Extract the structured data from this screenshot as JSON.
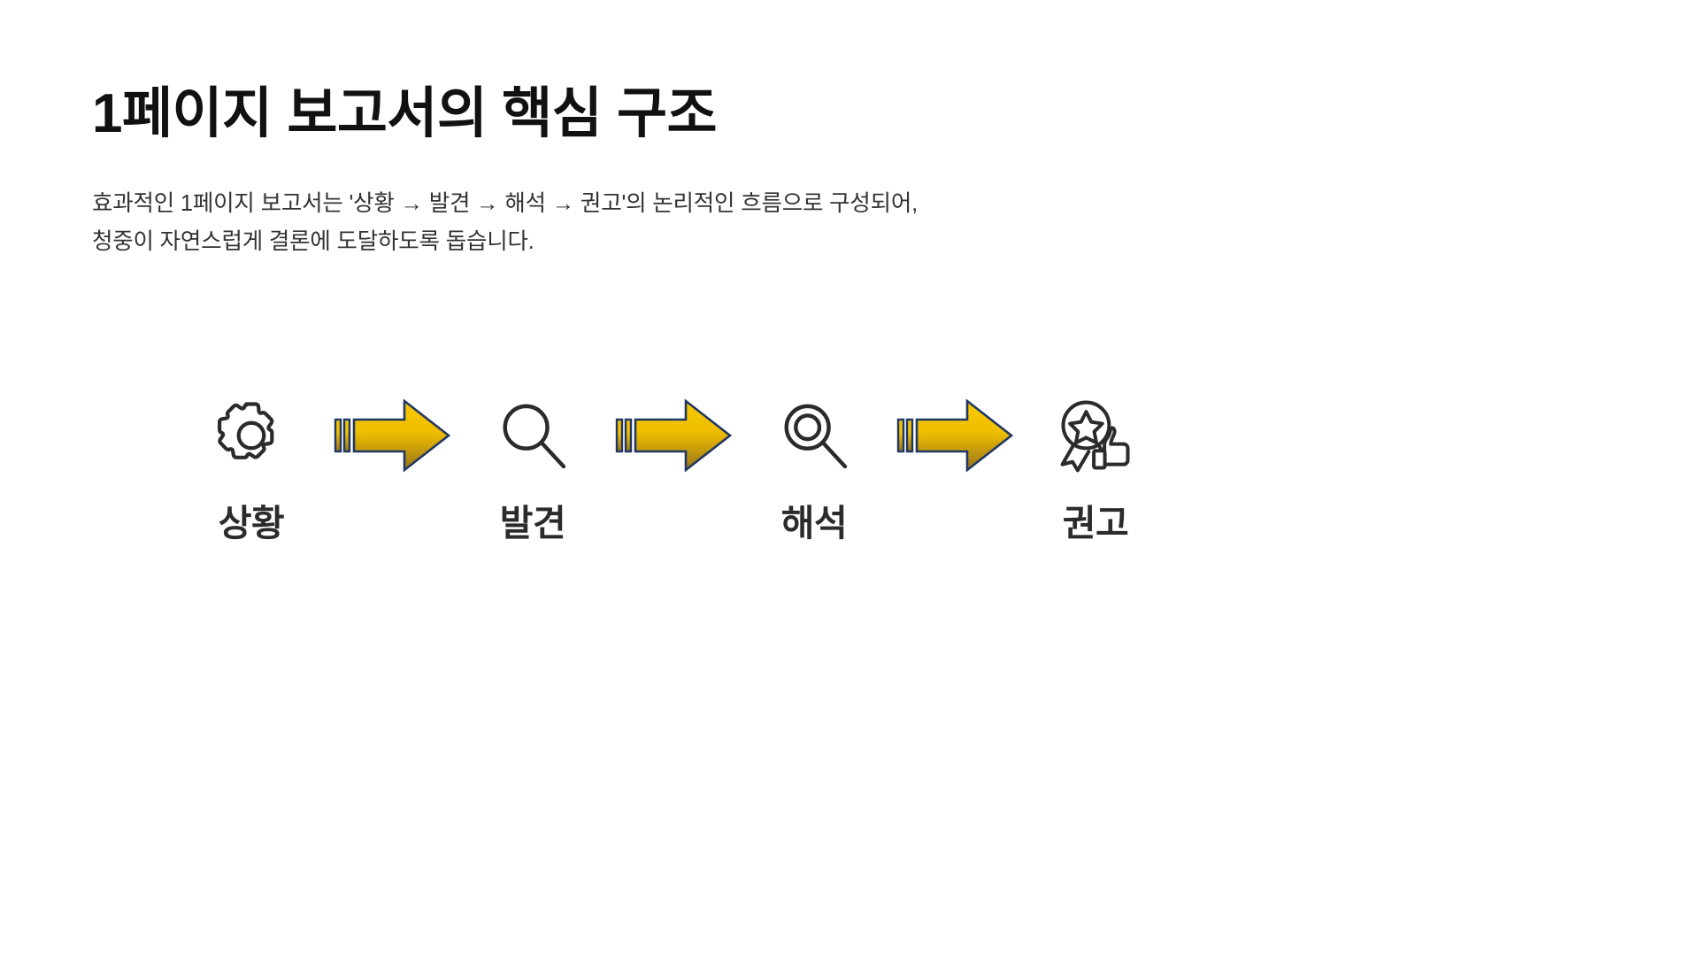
{
  "slide": {
    "background_color": "#ffffff",
    "title": "1페이지 보고서의 핵심 구조",
    "subtitle_line1": "효과적인 1페이지 보고서는 '상황 → 발견 → 해석 → 권고'의 논리적인 흐름으로 구성되어,",
    "subtitle_line2": "청중이 자연스럽게 결론에 도달하도록 돕습니다.",
    "title_color": "#111111",
    "subtitle_color": "#333333"
  },
  "flow": {
    "arrow_icon_name": "right-arrow-icon",
    "arrow_gradient_top": "#F5C400",
    "arrow_gradient_bottom": "#9A7714",
    "arrow_outline_color": "#1F3864",
    "icon_stroke_color": "#2B2B2B",
    "steps": [
      {
        "id": "situation",
        "label": "상황",
        "icon": "gear-icon"
      },
      {
        "id": "finding",
        "label": "발견",
        "icon": "magnifier-icon"
      },
      {
        "id": "interpretation",
        "label": "해석",
        "icon": "magnifier-target-icon"
      },
      {
        "id": "recommendation",
        "label": "권고",
        "icon": "award-thumbsup-icon"
      }
    ],
    "arrows": [
      {
        "id": "arrow-1",
        "from": "상황",
        "to": "발견"
      },
      {
        "id": "arrow-2",
        "from": "발견",
        "to": "해석"
      },
      {
        "id": "arrow-3",
        "from": "해석",
        "to": "권고"
      }
    ]
  }
}
